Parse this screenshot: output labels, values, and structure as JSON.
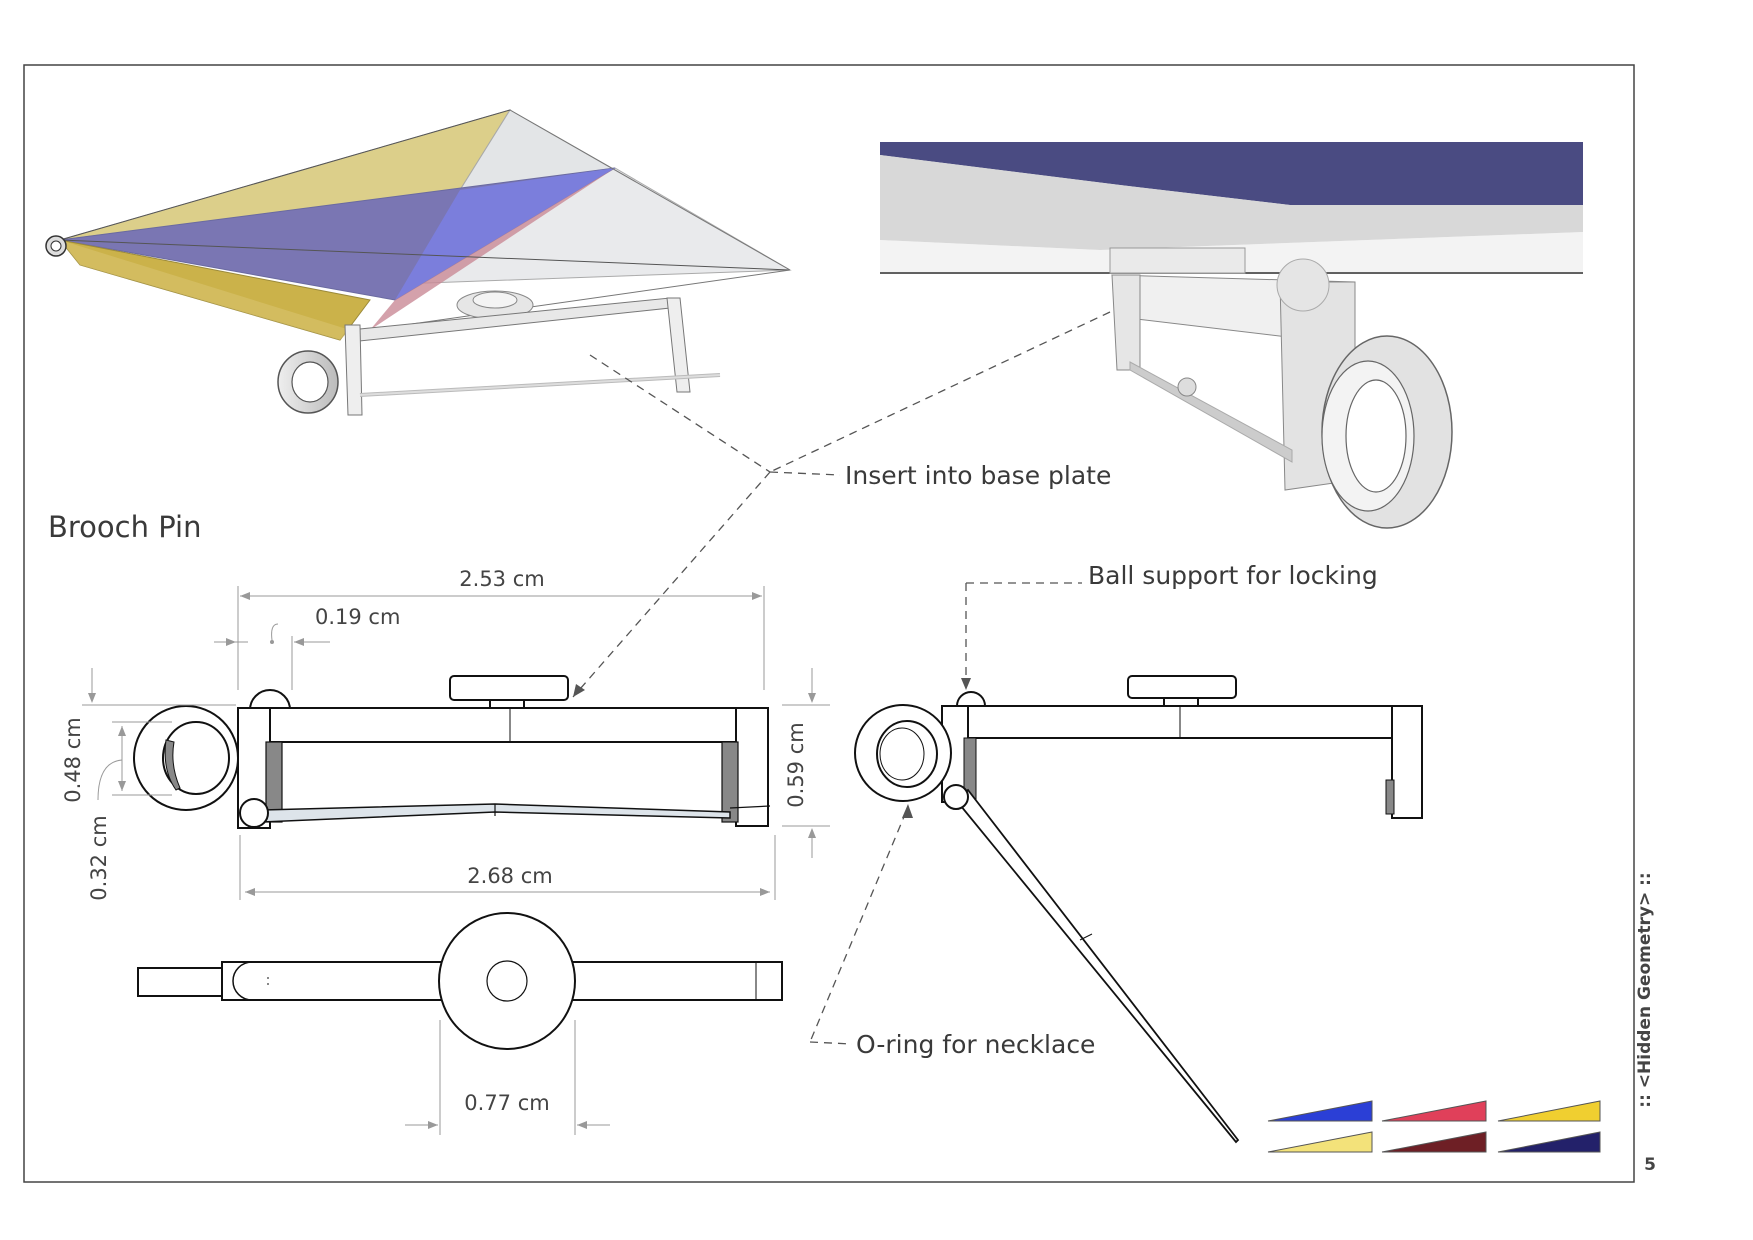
{
  "title": "Brooch Pin",
  "callouts": {
    "insert": "Insert into base plate",
    "ball": "Ball support for locking",
    "oring": "O-ring for necklace"
  },
  "dimensions": {
    "top_length": "2.53 cm",
    "ball_offset": "0.19 cm",
    "left_height": "0.48 cm",
    "ring_offset": "0.32 cm",
    "right_height": "0.59 cm",
    "bottom_length": "2.68 cm",
    "disc_diameter": "0.77 cm"
  },
  "sidebar": {
    "series_label": ":: <Hidden Geometry> ::",
    "page_number": "5"
  },
  "swatches": [
    "#2b3fd6",
    "#e0405a",
    "#f0cf30",
    "#f3e27a",
    "#6e1f25",
    "#23216a"
  ]
}
